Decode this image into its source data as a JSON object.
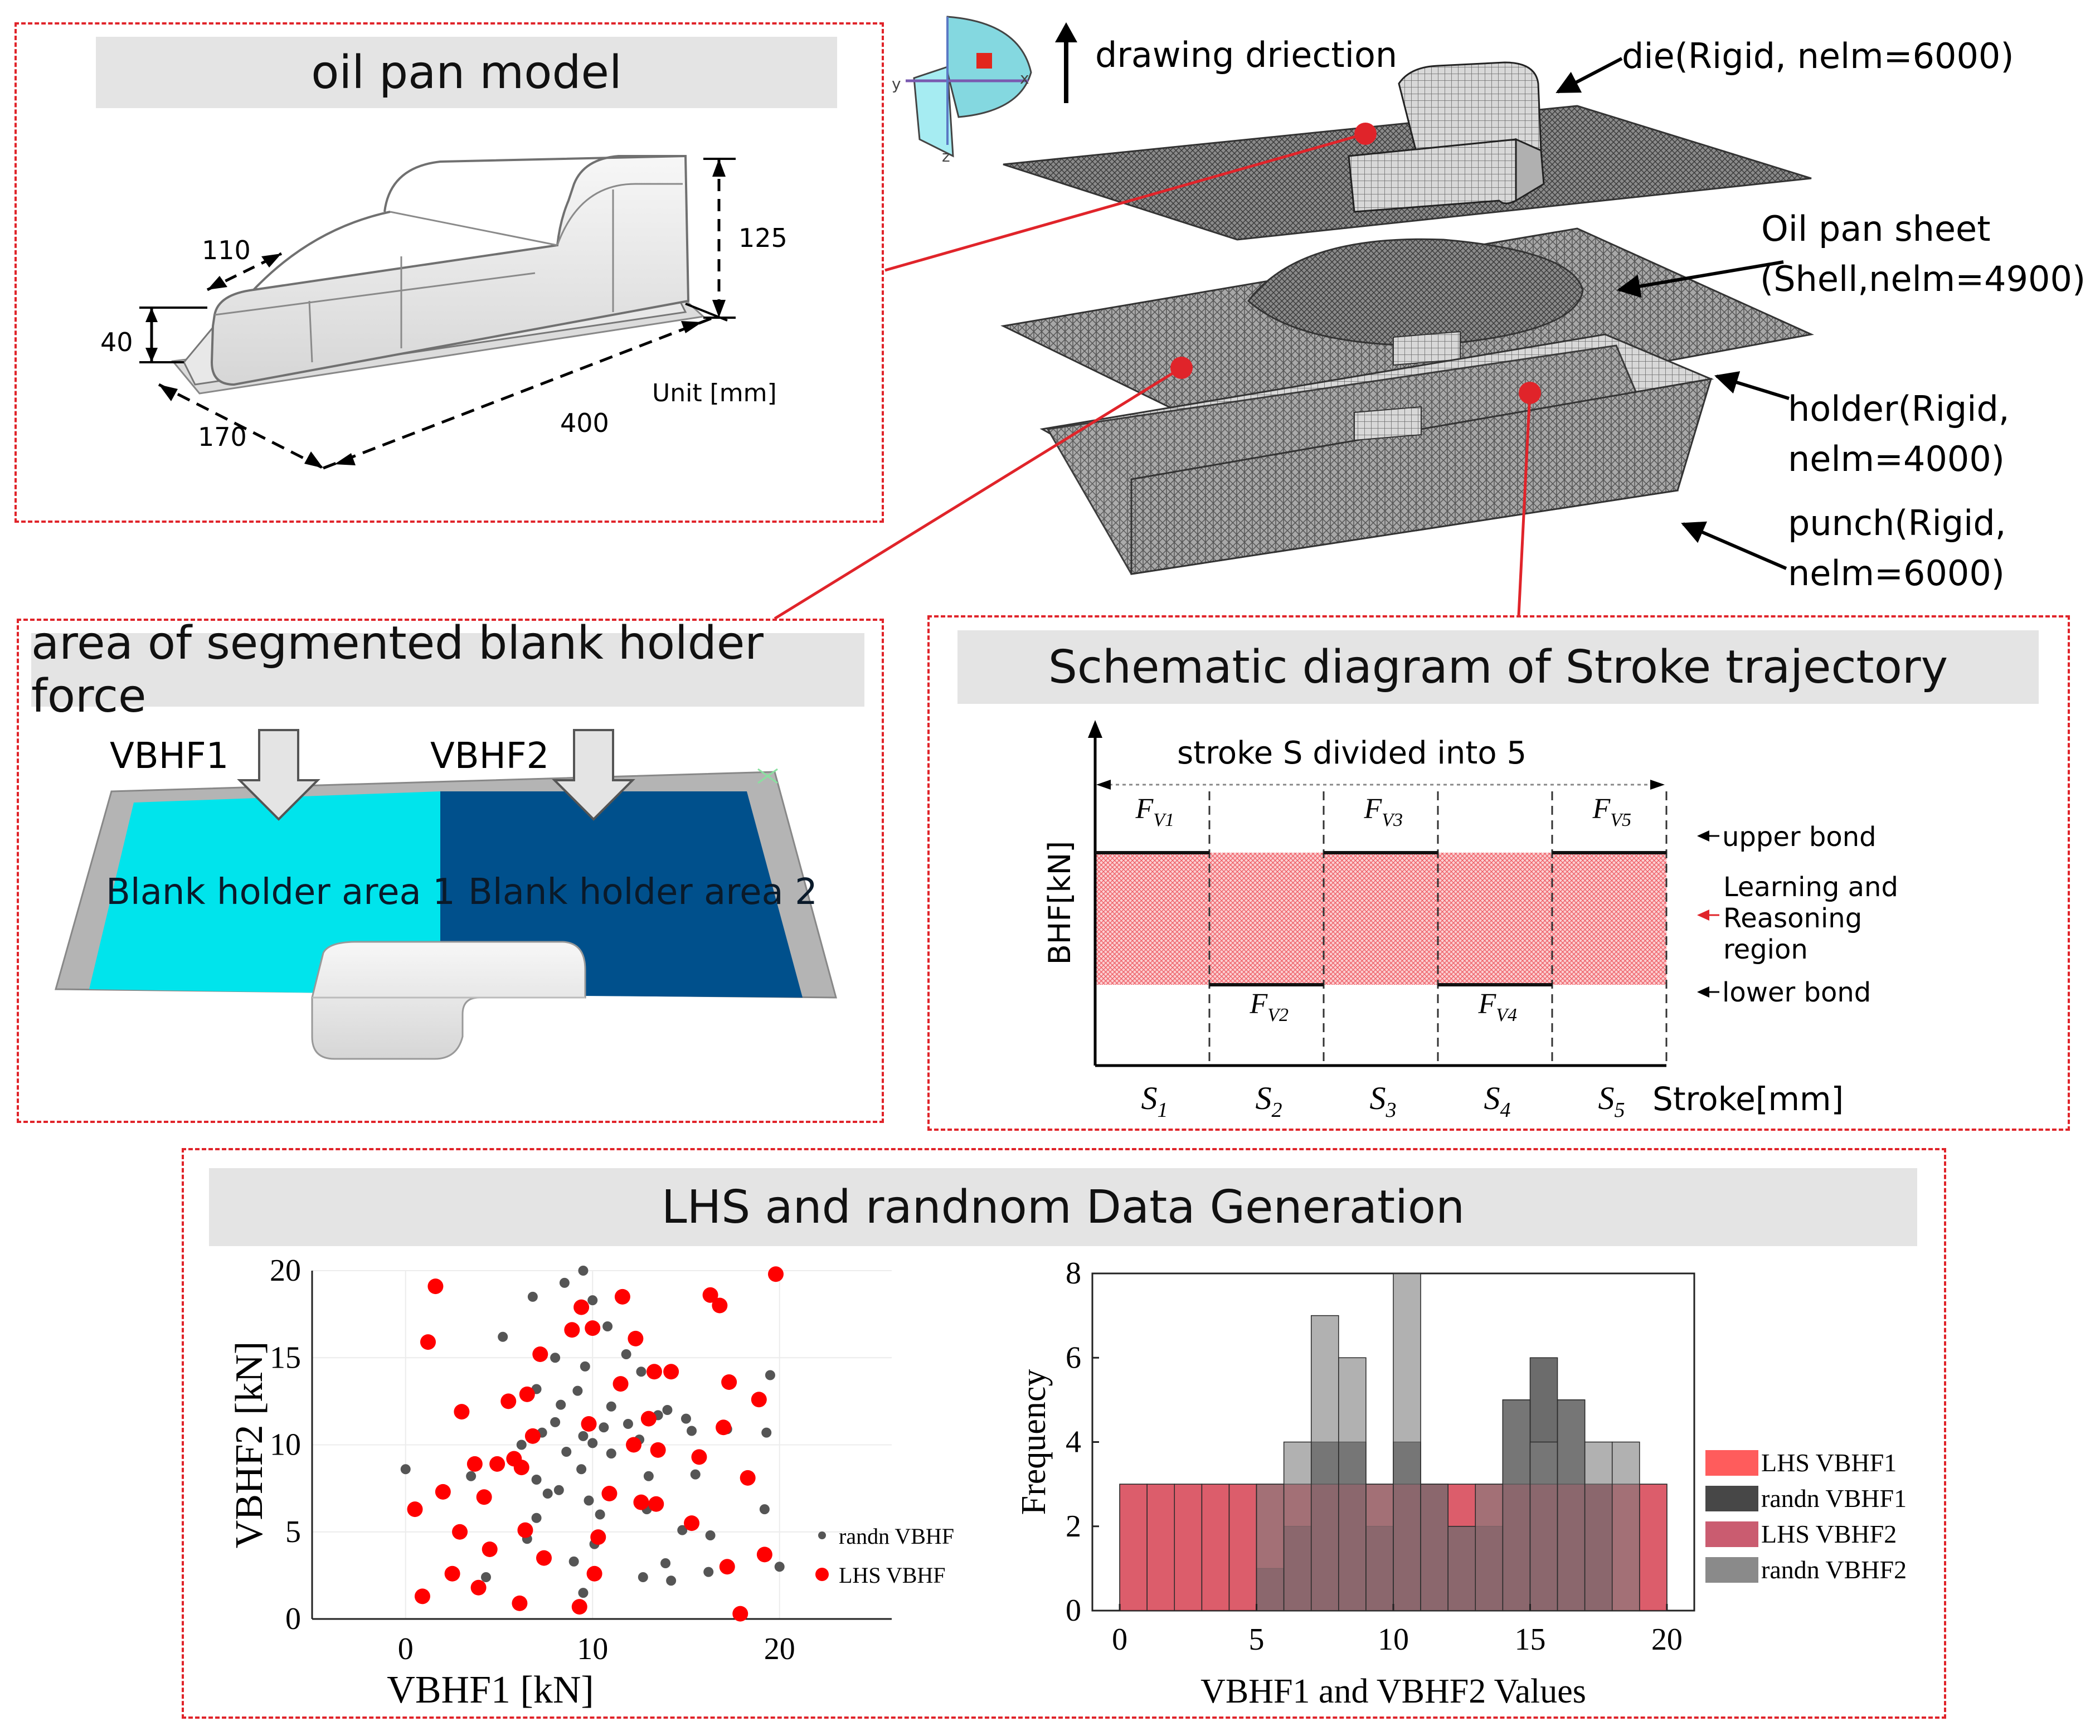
{
  "panels": {
    "oilpan": {
      "title": "oil pan model",
      "dims": {
        "d110": "110",
        "d125": "125",
        "d40": "40",
        "d170": "170",
        "d400": "400",
        "unit": "Unit [mm]"
      }
    },
    "mesh": {
      "drawing": "drawing driection",
      "die": "die(Rigid, nelm=6000)",
      "sheet1": "Oil pan sheet",
      "sheet2": "(Shell,nelm=4900)",
      "holder1": "holder(Rigid,",
      "holder2": "nelm=4000)",
      "punch1": "punch(Rigid,",
      "punch2": "nelm=6000)",
      "axes": {
        "x": "x",
        "y": "y",
        "z": "z"
      }
    },
    "bhf_area": {
      "title": "area of segmented blank holder force",
      "vbhf1": "VBHF1",
      "vbhf2": "VBHF2",
      "area1": "Blank holder area 1",
      "area2": "Blank holder area 2"
    },
    "stroke": {
      "title": "Schematic diagram of Stroke trajectory",
      "ylabel": "BHF[kN]",
      "xlabel": "Stroke[mm]",
      "divided": "stroke S divided into 5",
      "upper": "upper bond",
      "lower": "lower bond",
      "region": [
        "Learning and",
        "Reasoning",
        "region"
      ],
      "forces": [
        "F",
        "F",
        "F",
        "F",
        "F"
      ],
      "force_subs": [
        "V1",
        "V2",
        "V3",
        "V4",
        "V5"
      ],
      "segments": [
        "S",
        "S",
        "S",
        "S",
        "S"
      ],
      "segment_subs": [
        "1",
        "2",
        "3",
        "4",
        "5"
      ],
      "levels": [
        "upper",
        "lower",
        "upper",
        "lower",
        "upper"
      ]
    },
    "lhs": {
      "title": "LHS and randnom Data Generation"
    }
  },
  "colors": {
    "panel_border": "#e0242a",
    "title_bg": "#e4e4e4",
    "area1": "#00e4ec",
    "area2": "#00508c",
    "lhs": "#ff0000",
    "randn": "#555555",
    "region_fill": "#f4a0a4"
  },
  "chart_data": [
    {
      "type": "scatter",
      "xlabel": "VBHF1 [kN]",
      "ylabel": "VBHF2 [kN]",
      "xlim": [
        -5,
        26
      ],
      "ylim": [
        0,
        20
      ],
      "xticks": [
        0,
        10,
        20
      ],
      "yticks": [
        0,
        5,
        10,
        15,
        20
      ],
      "legend_position": "bottom-right",
      "series": [
        {
          "name": "randn VBHF",
          "color": "#555555",
          "points": [
            [
              0,
              8.6
            ],
            [
              6.8,
              18.5
            ],
            [
              8.5,
              19.3
            ],
            [
              9.5,
              20
            ],
            [
              10,
              18.3
            ],
            [
              10.8,
              16.8
            ],
            [
              5.2,
              16.2
            ],
            [
              11.8,
              15.2
            ],
            [
              8,
              15
            ],
            [
              9.6,
              14.5
            ],
            [
              12.6,
              14.2
            ],
            [
              7,
              13.2
            ],
            [
              9.2,
              13.1
            ],
            [
              11,
              12.2
            ],
            [
              8.3,
              12.3
            ],
            [
              14,
              12
            ],
            [
              13.5,
              11.7
            ],
            [
              15,
              11.5
            ],
            [
              8,
              11.3
            ],
            [
              10.6,
              11
            ],
            [
              11.9,
              11.2
            ],
            [
              7.3,
              10.7
            ],
            [
              9.5,
              10.5
            ],
            [
              10,
              10.1
            ],
            [
              12.5,
              10.3
            ],
            [
              15.3,
              10.8
            ],
            [
              17.2,
              10.9
            ],
            [
              6.2,
              10
            ],
            [
              8.6,
              9.6
            ],
            [
              11,
              9.5
            ],
            [
              9.4,
              8.6
            ],
            [
              13,
              8.2
            ],
            [
              15.5,
              8.3
            ],
            [
              3.5,
              8.2
            ],
            [
              7,
              8
            ],
            [
              7.6,
              7.2
            ],
            [
              8.2,
              7.4
            ],
            [
              9.8,
              6.8
            ],
            [
              12.9,
              6.3
            ],
            [
              10.4,
              6
            ],
            [
              7,
              5.8
            ],
            [
              14.8,
              5.1
            ],
            [
              16.3,
              4.8
            ],
            [
              6.5,
              4.6
            ],
            [
              10.1,
              4.3
            ],
            [
              13.9,
              3.2
            ],
            [
              16.2,
              2.7
            ],
            [
              9,
              3.3
            ],
            [
              12.7,
              2.4
            ],
            [
              14.2,
              2.2
            ],
            [
              4.3,
              2.4
            ],
            [
              9.5,
              1.5
            ],
            [
              19.2,
              6.3
            ],
            [
              19.5,
              14
            ],
            [
              19.3,
              10.7
            ],
            [
              20,
              3
            ]
          ]
        },
        {
          "name": "LHS VBHF",
          "color": "#ff0000",
          "points": [
            [
              1.6,
              19.1
            ],
            [
              1.2,
              15.9
            ],
            [
              10,
              16.7
            ],
            [
              9.4,
              17.9
            ],
            [
              11.6,
              18.5
            ],
            [
              16.3,
              18.6
            ],
            [
              16.8,
              18
            ],
            [
              19.8,
              19.8
            ],
            [
              8.9,
              16.6
            ],
            [
              12.3,
              16.1
            ],
            [
              3,
              11.9
            ],
            [
              5.5,
              12.5
            ],
            [
              6.5,
              12.9
            ],
            [
              7.2,
              15.2
            ],
            [
              11.5,
              13.5
            ],
            [
              13.3,
              14.2
            ],
            [
              14.2,
              14.2
            ],
            [
              17.3,
              13.6
            ],
            [
              18.9,
              12.6
            ],
            [
              13,
              11.5
            ],
            [
              17,
              11
            ],
            [
              9.8,
              11.2
            ],
            [
              6.8,
              10.5
            ],
            [
              12.2,
              10
            ],
            [
              13.5,
              9.7
            ],
            [
              15.7,
              9.3
            ],
            [
              3.7,
              8.9
            ],
            [
              4.9,
              8.9
            ],
            [
              5.8,
              9.2
            ],
            [
              6.2,
              8.7
            ],
            [
              18.3,
              8.1
            ],
            [
              2,
              7.3
            ],
            [
              4.2,
              7
            ],
            [
              10.9,
              7.2
            ],
            [
              12.6,
              6.7
            ],
            [
              13.4,
              6.6
            ],
            [
              0.5,
              6.3
            ],
            [
              15.3,
              5.5
            ],
            [
              2.9,
              5
            ],
            [
              6.4,
              5.1
            ],
            [
              10.3,
              4.7
            ],
            [
              4.5,
              4
            ],
            [
              7.4,
              3.5
            ],
            [
              19.2,
              3.7
            ],
            [
              2.5,
              2.6
            ],
            [
              10.1,
              2.6
            ],
            [
              17.2,
              3
            ],
            [
              3.9,
              1.8
            ],
            [
              0.9,
              1.3
            ],
            [
              6.1,
              0.9
            ],
            [
              9.3,
              0.7
            ],
            [
              17.9,
              0.3
            ]
          ]
        }
      ]
    },
    {
      "type": "bar",
      "xlabel": "VBHF1 and VBHF2 Values",
      "ylabel": "Frequency",
      "xlim": [
        -1,
        21
      ],
      "ylim": [
        0,
        8
      ],
      "xticks": [
        0,
        5,
        10,
        15,
        20
      ],
      "yticks": [
        0,
        2,
        4,
        6,
        8
      ],
      "bin_edges": [
        0,
        1,
        2,
        3,
        4,
        5,
        6,
        7,
        8,
        9,
        10,
        11,
        12,
        13,
        14,
        15,
        16,
        17,
        18,
        19,
        20
      ],
      "legend_position": "right",
      "series": [
        {
          "name": "LHS VBHF1",
          "color": "#ff4a4a",
          "values": [
            3,
            3,
            3,
            3,
            3,
            3,
            3,
            3,
            3,
            3,
            3,
            3,
            3,
            3,
            3,
            3,
            3,
            3,
            3,
            3
          ]
        },
        {
          "name": "randn VBHF1",
          "color": "#333333",
          "values": [
            0,
            0,
            0,
            0,
            0,
            1,
            2,
            4,
            4,
            2,
            4,
            3,
            2,
            2,
            5,
            6,
            5,
            3,
            0,
            0
          ]
        },
        {
          "name": "LHS VBHF2",
          "color": "#c44a60",
          "values": [
            3,
            3,
            3,
            3,
            3,
            3,
            3,
            3,
            3,
            3,
            3,
            3,
            3,
            3,
            3,
            3,
            3,
            3,
            3,
            3
          ]
        },
        {
          "name": "randn VBHF2",
          "color": "#7d7d7d",
          "values": [
            0,
            0,
            0,
            0,
            0,
            3,
            4,
            7,
            6,
            3,
            8,
            3,
            2,
            3,
            5,
            4,
            5,
            4,
            4,
            0
          ]
        }
      ]
    }
  ]
}
